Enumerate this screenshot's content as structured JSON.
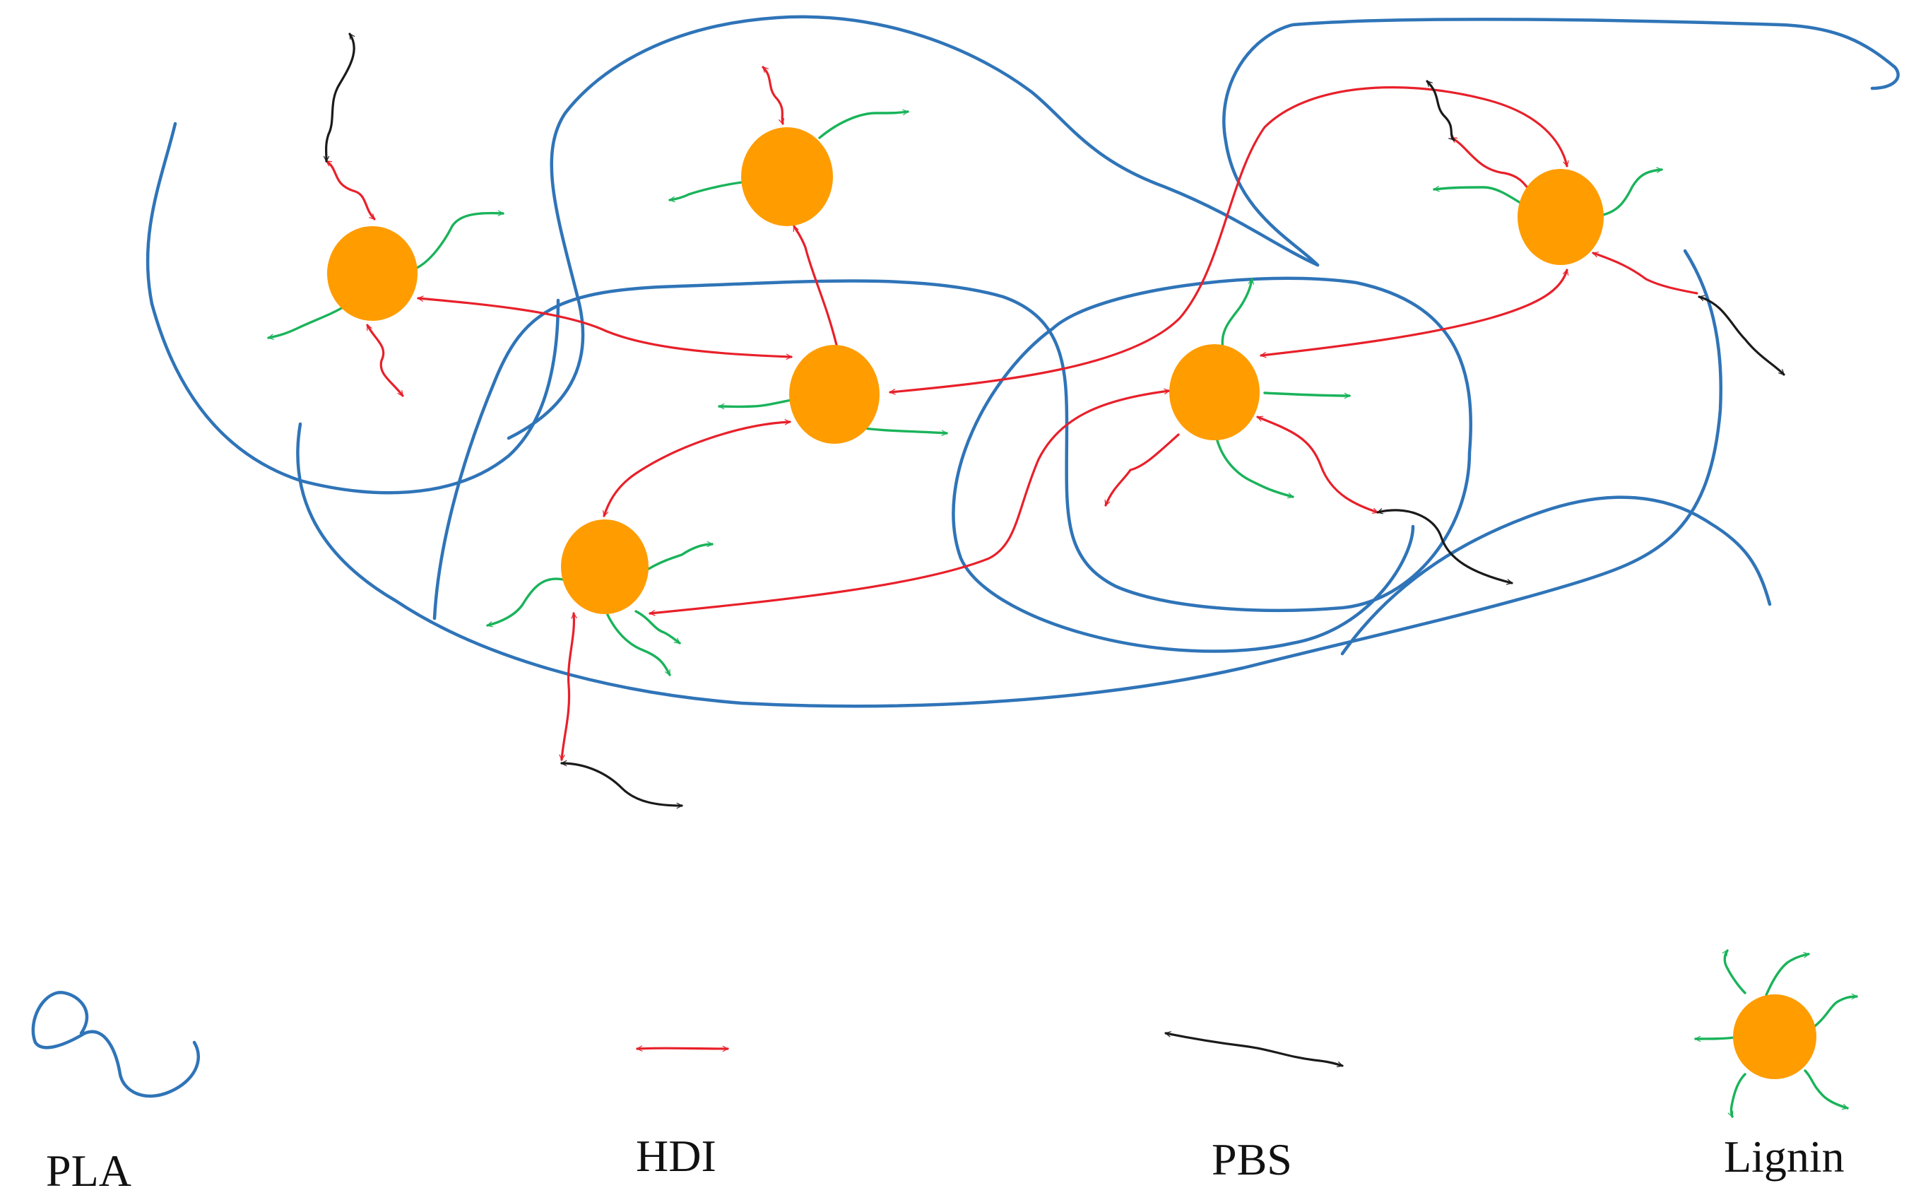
{
  "legend": {
    "pla_label": "PLA",
    "hdi_label": "HDI",
    "pbs_label": "PBS",
    "lignin_label": "Lignin"
  },
  "colors": {
    "pla": "#2f74b8",
    "hdi": "#e8202a",
    "pbs": "#1a1a1a",
    "lignin_core": "#ff9c00",
    "lignin_arms": "#19b35a"
  }
}
